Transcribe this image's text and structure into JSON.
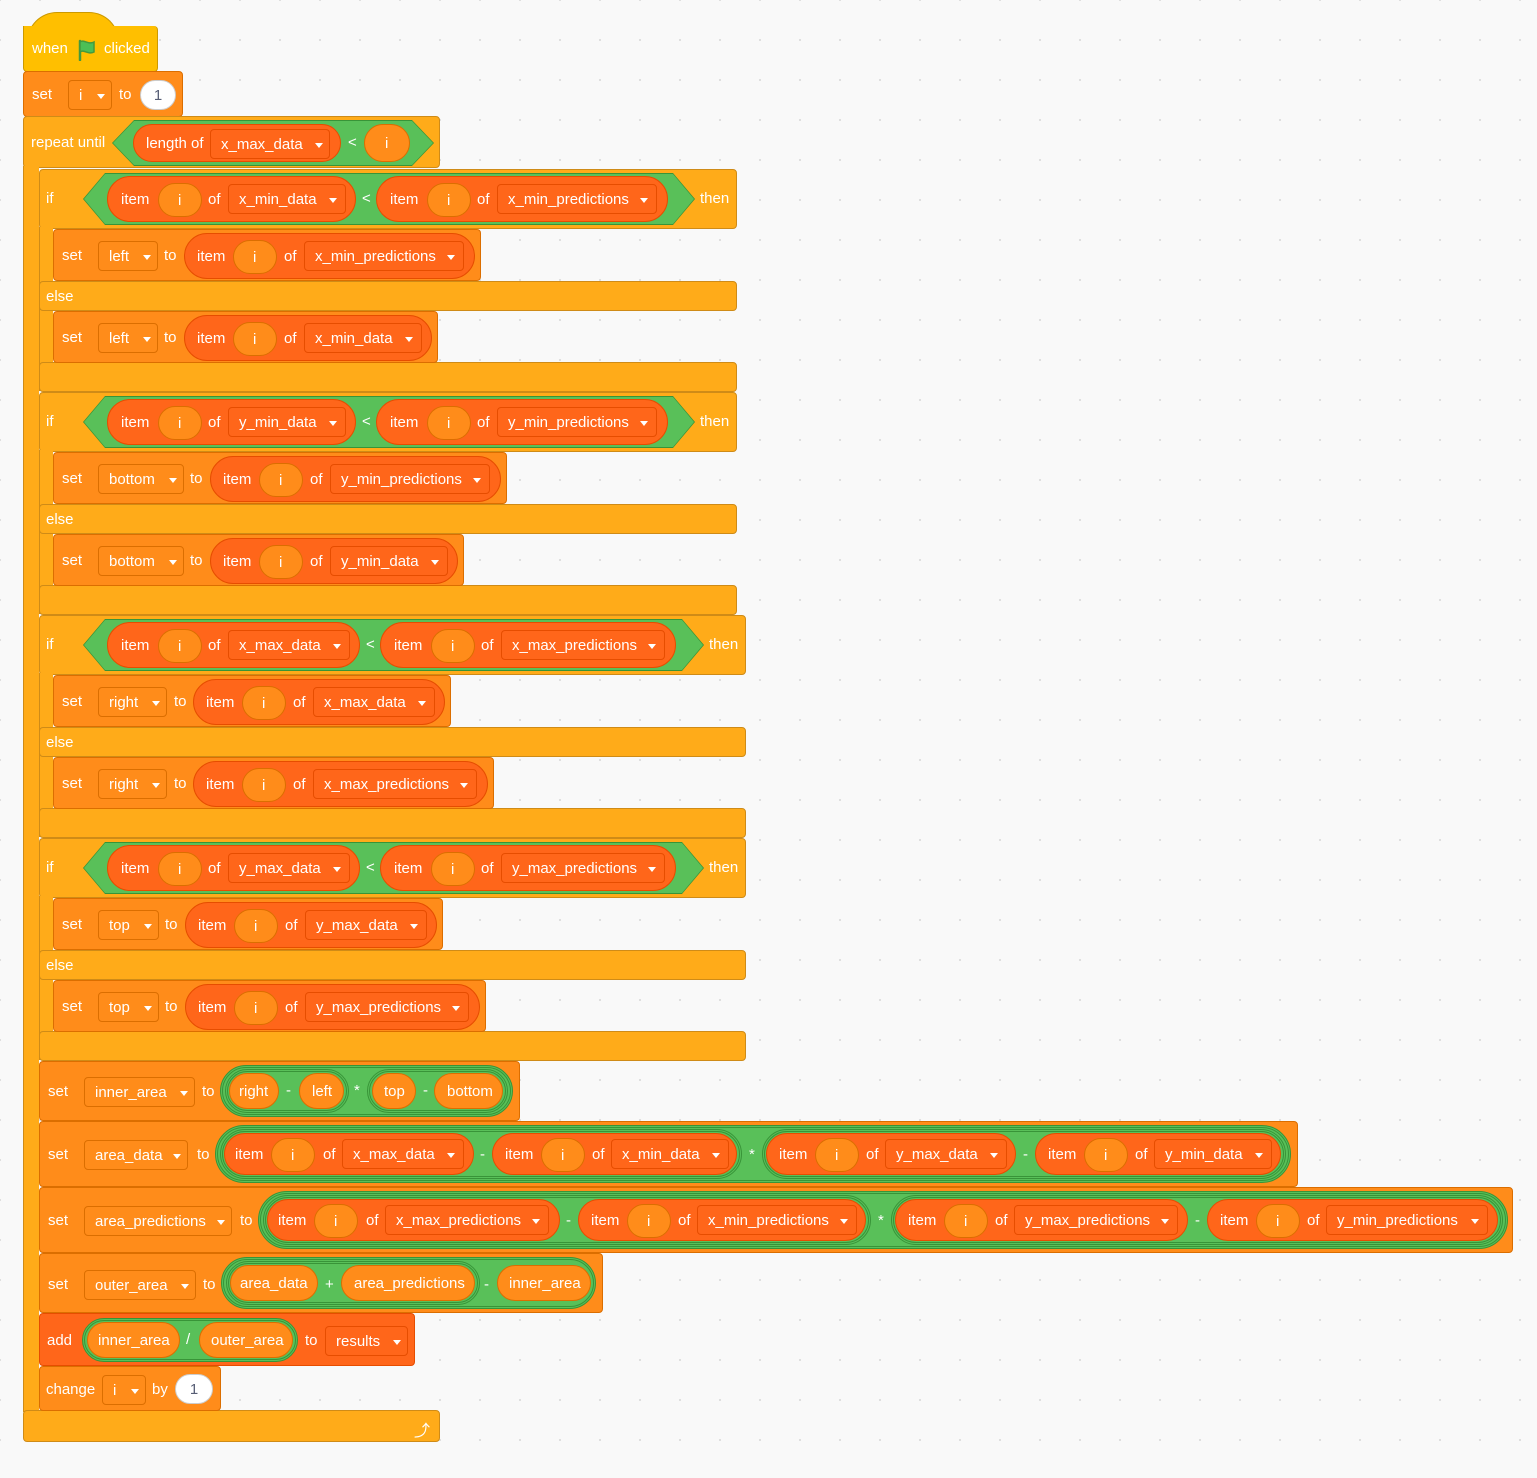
{
  "hat": {
    "when": "when",
    "clicked": "clicked"
  },
  "kw": {
    "set": "set",
    "to": "to",
    "item": "item",
    "of": "of",
    "if": "if",
    "then": "then",
    "else": "else",
    "repeat_until": "repeat until",
    "length_of": "length of",
    "add": "add",
    "change": "change",
    "by": "by",
    "lt": "<",
    "minus": "-",
    "times": "*",
    "plus": "+",
    "div": "/"
  },
  "vars": {
    "i": "i",
    "left": "left",
    "right": "right",
    "top": "top",
    "bottom": "bottom",
    "inner_area": "inner_area",
    "area_data": "area_data",
    "area_predictions": "area_predictions",
    "outer_area": "outer_area"
  },
  "lists": {
    "x_max_data": "x_max_data",
    "x_min_data": "x_min_data",
    "y_min_data": "y_min_data",
    "y_max_data": "y_max_data",
    "x_min_predictions": "x_min_predictions",
    "x_max_predictions": "x_max_predictions",
    "y_min_predictions": "y_min_predictions",
    "y_max_predictions": "y_max_predictions",
    "results": "results"
  },
  "nums": {
    "one": "1"
  },
  "icons": {
    "flag": "green-flag-icon",
    "loop": "loop-arrow-icon"
  },
  "colors": {
    "control": "#FFAB19",
    "events": "#FFBF00",
    "variables": "#FF8C1A",
    "lists": "#FF661A",
    "operators": "#59C059"
  }
}
